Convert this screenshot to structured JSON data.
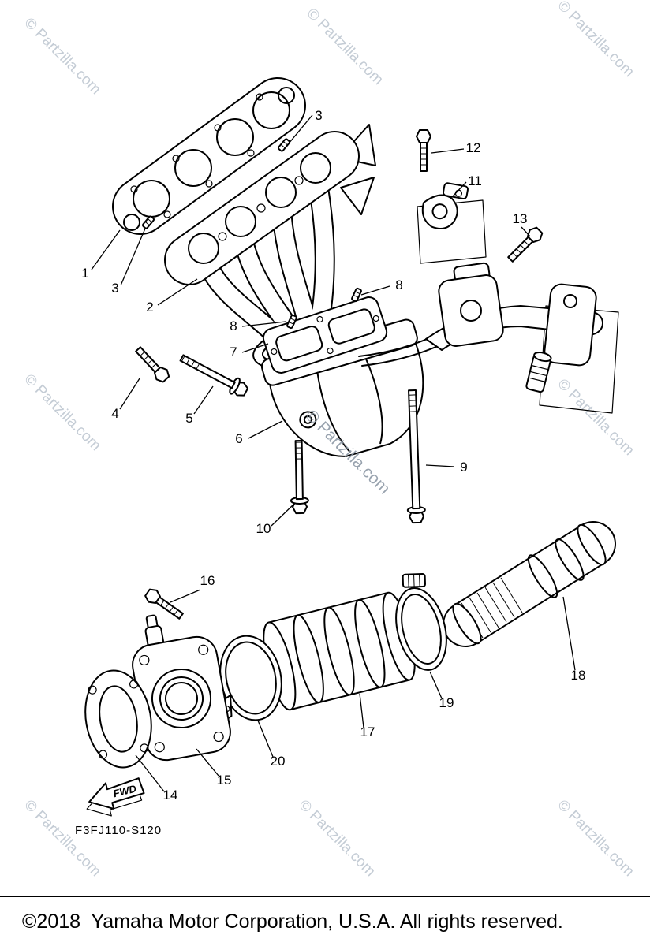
{
  "watermark": {
    "text": "© Partzilla.com"
  },
  "diagram": {
    "code": "F3FJ110-S120",
    "fwd_label": "FWD",
    "callouts": [
      {
        "label": "3"
      },
      {
        "label": "12"
      },
      {
        "label": "11"
      },
      {
        "label": "13"
      },
      {
        "label": "1"
      },
      {
        "label": "3"
      },
      {
        "label": "2"
      },
      {
        "label": "8"
      },
      {
        "label": "8"
      },
      {
        "label": "7"
      },
      {
        "label": "4"
      },
      {
        "label": "5"
      },
      {
        "label": "6"
      },
      {
        "label": "9"
      },
      {
        "label": "10"
      },
      {
        "label": "16"
      },
      {
        "label": "18"
      },
      {
        "label": "19"
      },
      {
        "label": "17"
      },
      {
        "label": "20"
      },
      {
        "label": "15"
      },
      {
        "label": "14"
      }
    ]
  },
  "footer": {
    "copyright": "©2018  Yamaha Motor Corporation, U.S.A. All rights reserved."
  },
  "colors": {
    "line": "#000000",
    "watermark": "#c4ccd5",
    "watermark_strong": "#8d99a6",
    "background": "#ffffff"
  }
}
